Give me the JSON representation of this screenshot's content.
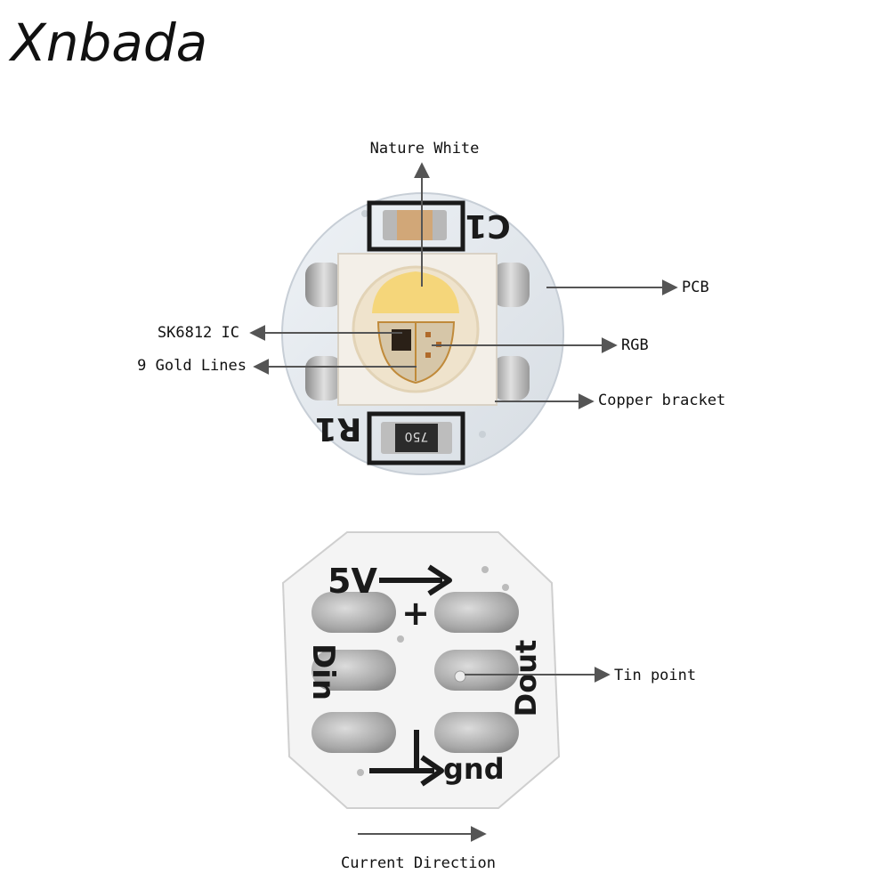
{
  "brand": {
    "name": "Xnbada"
  },
  "front": {
    "component_labels": {
      "capacitor": "C1",
      "resistor": "R1",
      "resistor_value": "750"
    },
    "callouts": {
      "nature_white": "Nature White",
      "pcb": "PCB",
      "ic": "SK6812 IC",
      "rgb": "RGB",
      "gold_lines": "9 Gold Lines",
      "copper_bracket": "Copper bracket"
    }
  },
  "back": {
    "pad_labels": {
      "vcc": "5V",
      "plus": "+",
      "din": "Din",
      "dout": "Dout",
      "gnd": "gnd"
    },
    "callouts": {
      "tin_point": "Tin point"
    }
  },
  "footer": {
    "current_direction": "Current Direction"
  },
  "colors": {
    "pcb_board": "#e4e9ee",
    "led_body": "#f3efe8",
    "warm_white": "#f5d67a",
    "copper": "#c08a3a",
    "pad_silver": "#a9a9a9",
    "arrow": "#555555"
  }
}
